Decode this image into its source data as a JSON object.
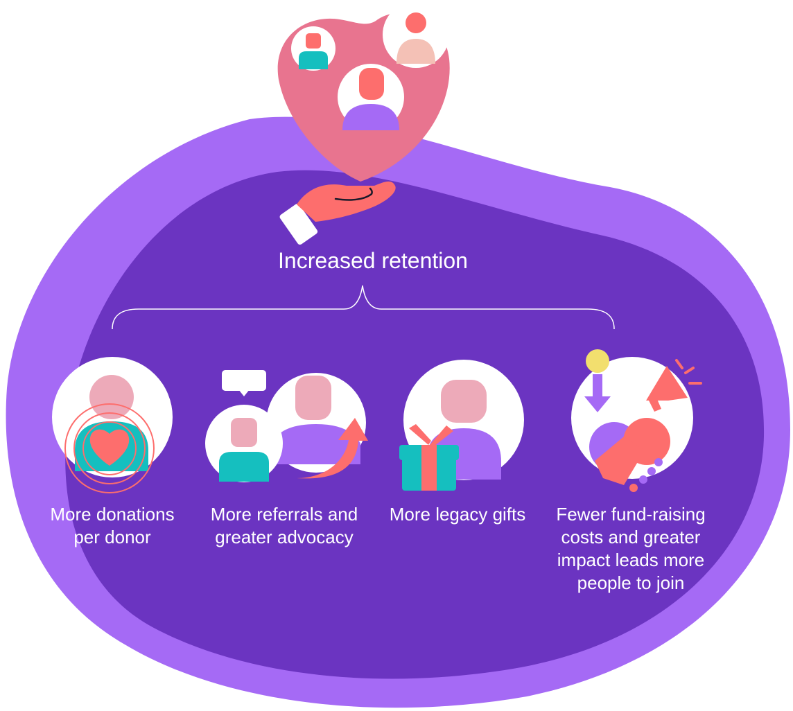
{
  "title": "Increased retention",
  "benefits": [
    {
      "label": "More donations per donor",
      "icon": "heart-person-icon"
    },
    {
      "label": "More referrals and greater advocacy",
      "icon": "referral-people-icon"
    },
    {
      "label": "More legacy gifts",
      "icon": "gift-person-icon"
    },
    {
      "label": "Fewer fund-raising costs and greater impact leads more people to join",
      "icon": "handshake-megaphone-icon"
    }
  ],
  "colors": {
    "outer_blob": "#a56af5",
    "inner_blob": "#6b34c1",
    "pink": "#e8748f",
    "coral": "#fd6e6d",
    "light_pink": "#edaab9",
    "teal": "#15bfbf",
    "purple": "#a56af5",
    "yellow": "#f2df6e",
    "white": "#ffffff"
  }
}
